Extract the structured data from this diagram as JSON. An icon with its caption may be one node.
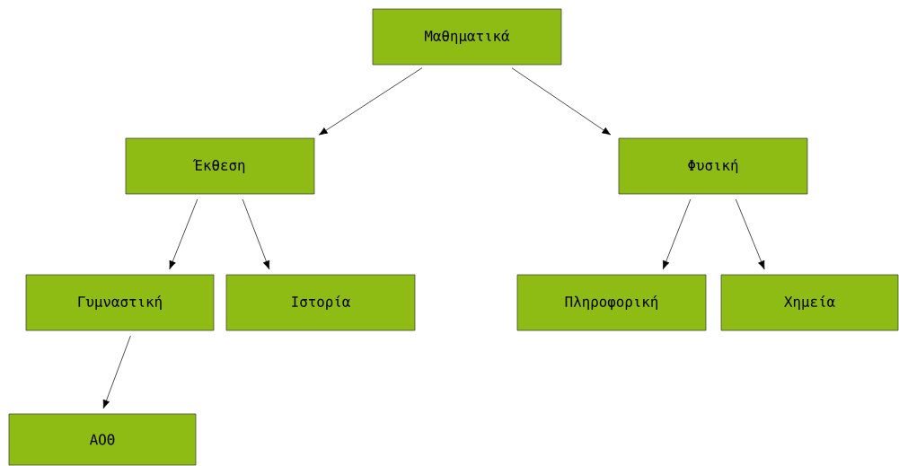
{
  "diagram": {
    "nodes": [
      {
        "text": [
          "Μαθηματικά"
        ]
      },
      {
        "text": [
          "Έκθεση"
        ]
      },
      {
        "text": [
          "Φυσική"
        ]
      },
      {
        "text": [
          "Γυμναστική"
        ]
      },
      {
        "text": [
          "Ιστορία"
        ]
      },
      {
        "text": [
          "Πληροφορική"
        ]
      },
      {
        "text": [
          "Χημεία"
        ]
      },
      {
        "text": [
          "ΑΟΘ"
        ]
      }
    ],
    "edges": [
      {
        "from": 0,
        "to": 1,
        "arrow": "to"
      },
      {
        "from": 0,
        "to": 2,
        "arrow": "to"
      },
      {
        "from": 1,
        "to": 3,
        "arrow": "to"
      },
      {
        "from": 1,
        "to": 4,
        "arrow": "to"
      },
      {
        "from": 2,
        "to": 5,
        "arrow": "to"
      },
      {
        "from": 2,
        "to": 6,
        "arrow": "to"
      },
      {
        "from": 3,
        "to": 7,
        "arrow": "to"
      }
    ]
  }
}
